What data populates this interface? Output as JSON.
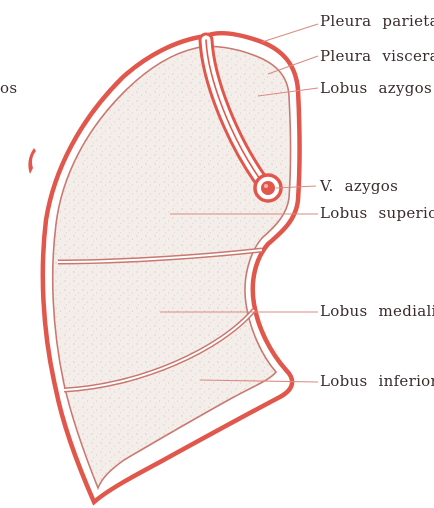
{
  "labels": {
    "pleura_parietalis": "Pleura parietali",
    "pleura_visceralis": "Pleura viscerali",
    "lobus_azygos": "Lobus azygos",
    "v_azygos": "V. azygos",
    "lobus_superior": "Lobus superior",
    "lobus_medialis": "Lobus medialis",
    "lobus_inferior": "Lobus inferior",
    "cropped_fragment": "os"
  },
  "colors": {
    "pleura_outline": "#e2574c",
    "lobe_outline": "#c9786f",
    "lobe_fill": "#f4eeeb",
    "stipple": "#d9a39a",
    "leader_line": "#d98a80",
    "label_text": "#3a2b2b"
  },
  "icons": {
    "v_azygos_marker": "vein-cross-section-icon"
  }
}
